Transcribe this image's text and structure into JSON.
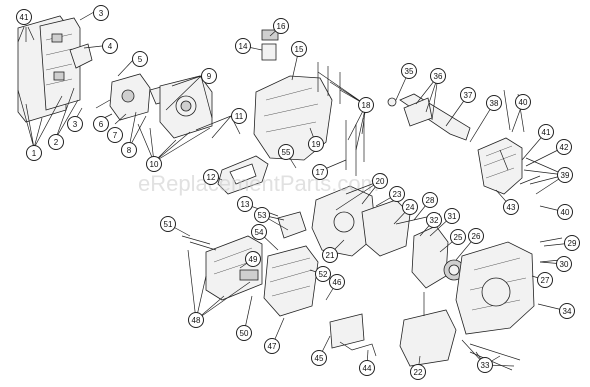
{
  "watermark": "eReplacementParts.com",
  "callouts": [
    "41",
    "3",
    "4",
    "5",
    "9",
    "6",
    "7",
    "8",
    "3",
    "2",
    "1",
    "10",
    "11",
    "12",
    "14",
    "16",
    "15",
    "18",
    "19",
    "17",
    "55",
    "13",
    "53",
    "20",
    "23",
    "24",
    "28",
    "21",
    "22",
    "32",
    "31",
    "25",
    "26",
    "35",
    "36",
    "37",
    "38",
    "40",
    "41",
    "42",
    "39",
    "43",
    "40",
    "29",
    "30",
    "27",
    "34",
    "33",
    "51",
    "49",
    "54",
    "52",
    "48",
    "50",
    "47",
    "46",
    "45",
    "44"
  ]
}
